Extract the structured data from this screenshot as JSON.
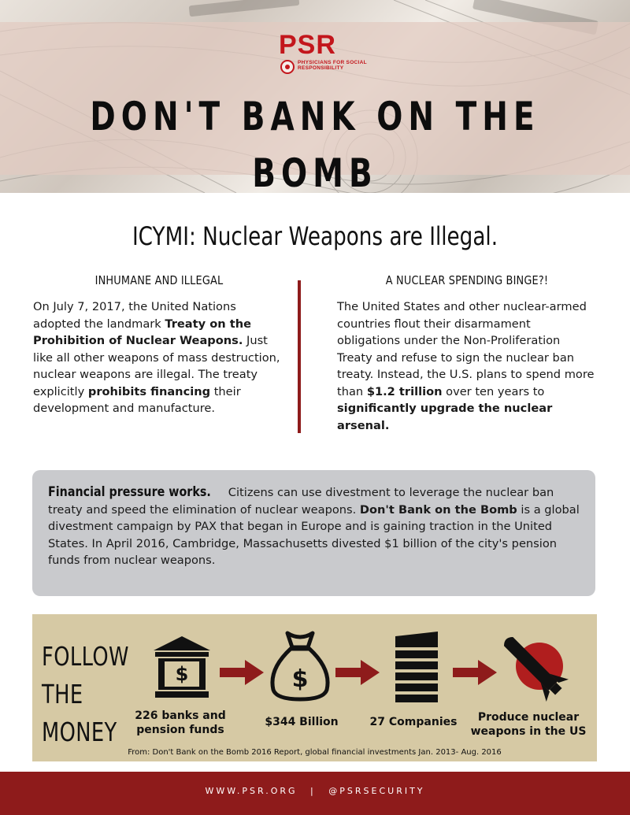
{
  "header": {
    "logo_text": "PSR",
    "logo_subtext": "PHYSICIANS FOR SOCIAL RESPONSIBILITY",
    "title": "DON'T BANK ON THE BOMB"
  },
  "subhead": "ICYMI: Nuclear Weapons are Illegal.",
  "left_column": {
    "heading": "INHUMANE AND ILLEGAL",
    "p1": "On July 7, 2017, the United Nations adopted the landmark ",
    "b1": "Treaty on the Prohibition of Nuclear Weapons.",
    "p2": " Just like all other weapons of mass destruction, nuclear weapons are illegal. The treaty explicitly ",
    "b2": "prohibits financing",
    "p3": " their development and manufacture."
  },
  "right_column": {
    "heading": "A NUCLEAR SPENDING BINGE?!",
    "p1": "The United States and other nuclear-armed countries flout their disarmament obligations under the Non-Proliferation Treaty and refuse to sign the nuclear ban treaty. Instead, the U.S. plans to spend more than ",
    "b1": "$1.2 trillion",
    "p2": " over ten years to ",
    "b2": "significantly upgrade the nuclear arsenal."
  },
  "financial_box": {
    "lead": "Financial pressure works.",
    "p1": " Citizens can use divestment to leverage the nuclear ban treaty and speed the elimination of nuclear weapons. ",
    "b1": "Don't Bank on the Bomb",
    "p2": " is a global divestment campaign by PAX that began in Europe and is gaining traction in the United States. In April 2016, Cambridge, Massachusetts divested $1 billion of the city's pension funds from nuclear weapons."
  },
  "follow_money": {
    "title_lines": [
      "FOLLOW",
      "THE",
      "MONEY"
    ],
    "steps": [
      {
        "label": "226 banks and pension funds",
        "icon": "bank-icon"
      },
      {
        "label": "$344 Billion",
        "icon": "money-bag-icon"
      },
      {
        "label": "27 Companies",
        "icon": "building-icon"
      },
      {
        "label": "Produce nuclear weapons in the US",
        "icon": "missile-icon"
      }
    ],
    "source": "From: Don't Bank on the Bomb 2016 Report, global financial investments Jan. 2013- Aug. 2016"
  },
  "footer": {
    "website": "WWW.PSR.ORG",
    "separator": "|",
    "handle": "@PSRSECURITY"
  },
  "colors": {
    "brand_red": "#c3161c",
    "dark_red": "#8e1b1b",
    "gray_box": "#c9cacd",
    "tan_box": "#d6c9a4"
  }
}
